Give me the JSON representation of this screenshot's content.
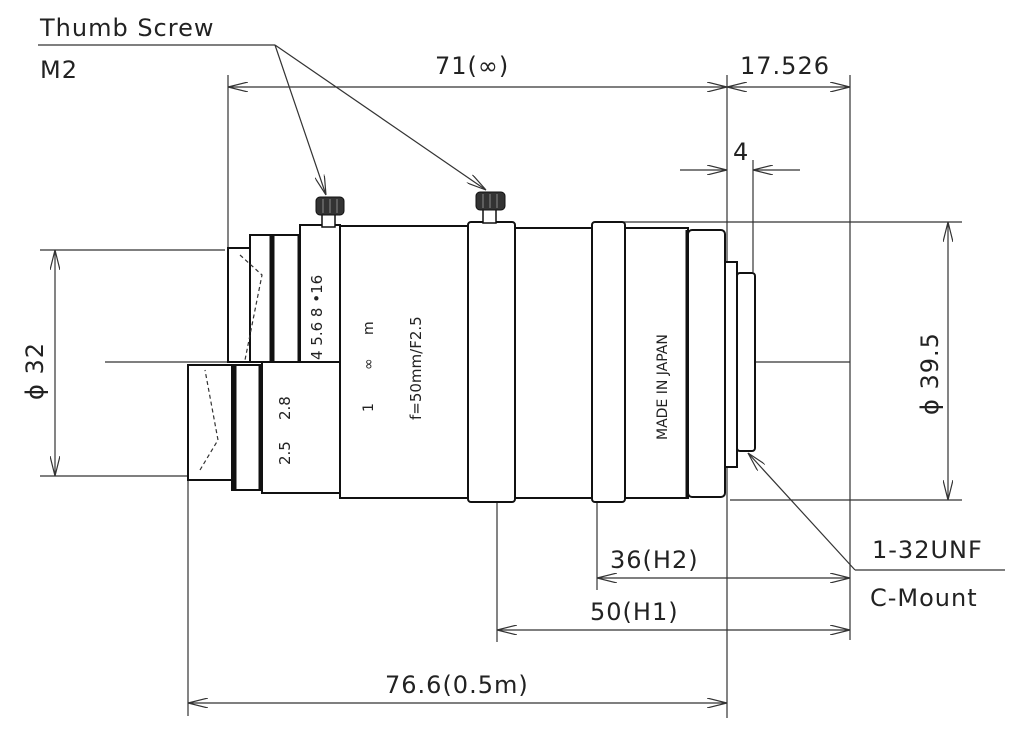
{
  "callouts": {
    "thumb_screw": "Thumb Screw",
    "thumb_screw_size": "M2",
    "thread": "1-32UNF",
    "mount": "C-Mount"
  },
  "dimensions": {
    "length_infinity": "71(∞)",
    "flange_back": "17.526",
    "mount_depth": "4",
    "front_diameter": "ϕ 32",
    "body_diameter": "ϕ 39.5",
    "h2": "36(H2)",
    "h1": "50(H1)",
    "length_min_focus": "76.6(0.5m)"
  },
  "lens_markings": {
    "aperture_top": "4 5.6 8 •16",
    "aperture_bottom_1": "2.8",
    "aperture_bottom_2": "2.5",
    "focus_unit": "m",
    "focus_infinity": "∞",
    "focus_near": "1",
    "focal": "f=50mm/F2.5",
    "origin": "MADE IN JAPAN"
  }
}
